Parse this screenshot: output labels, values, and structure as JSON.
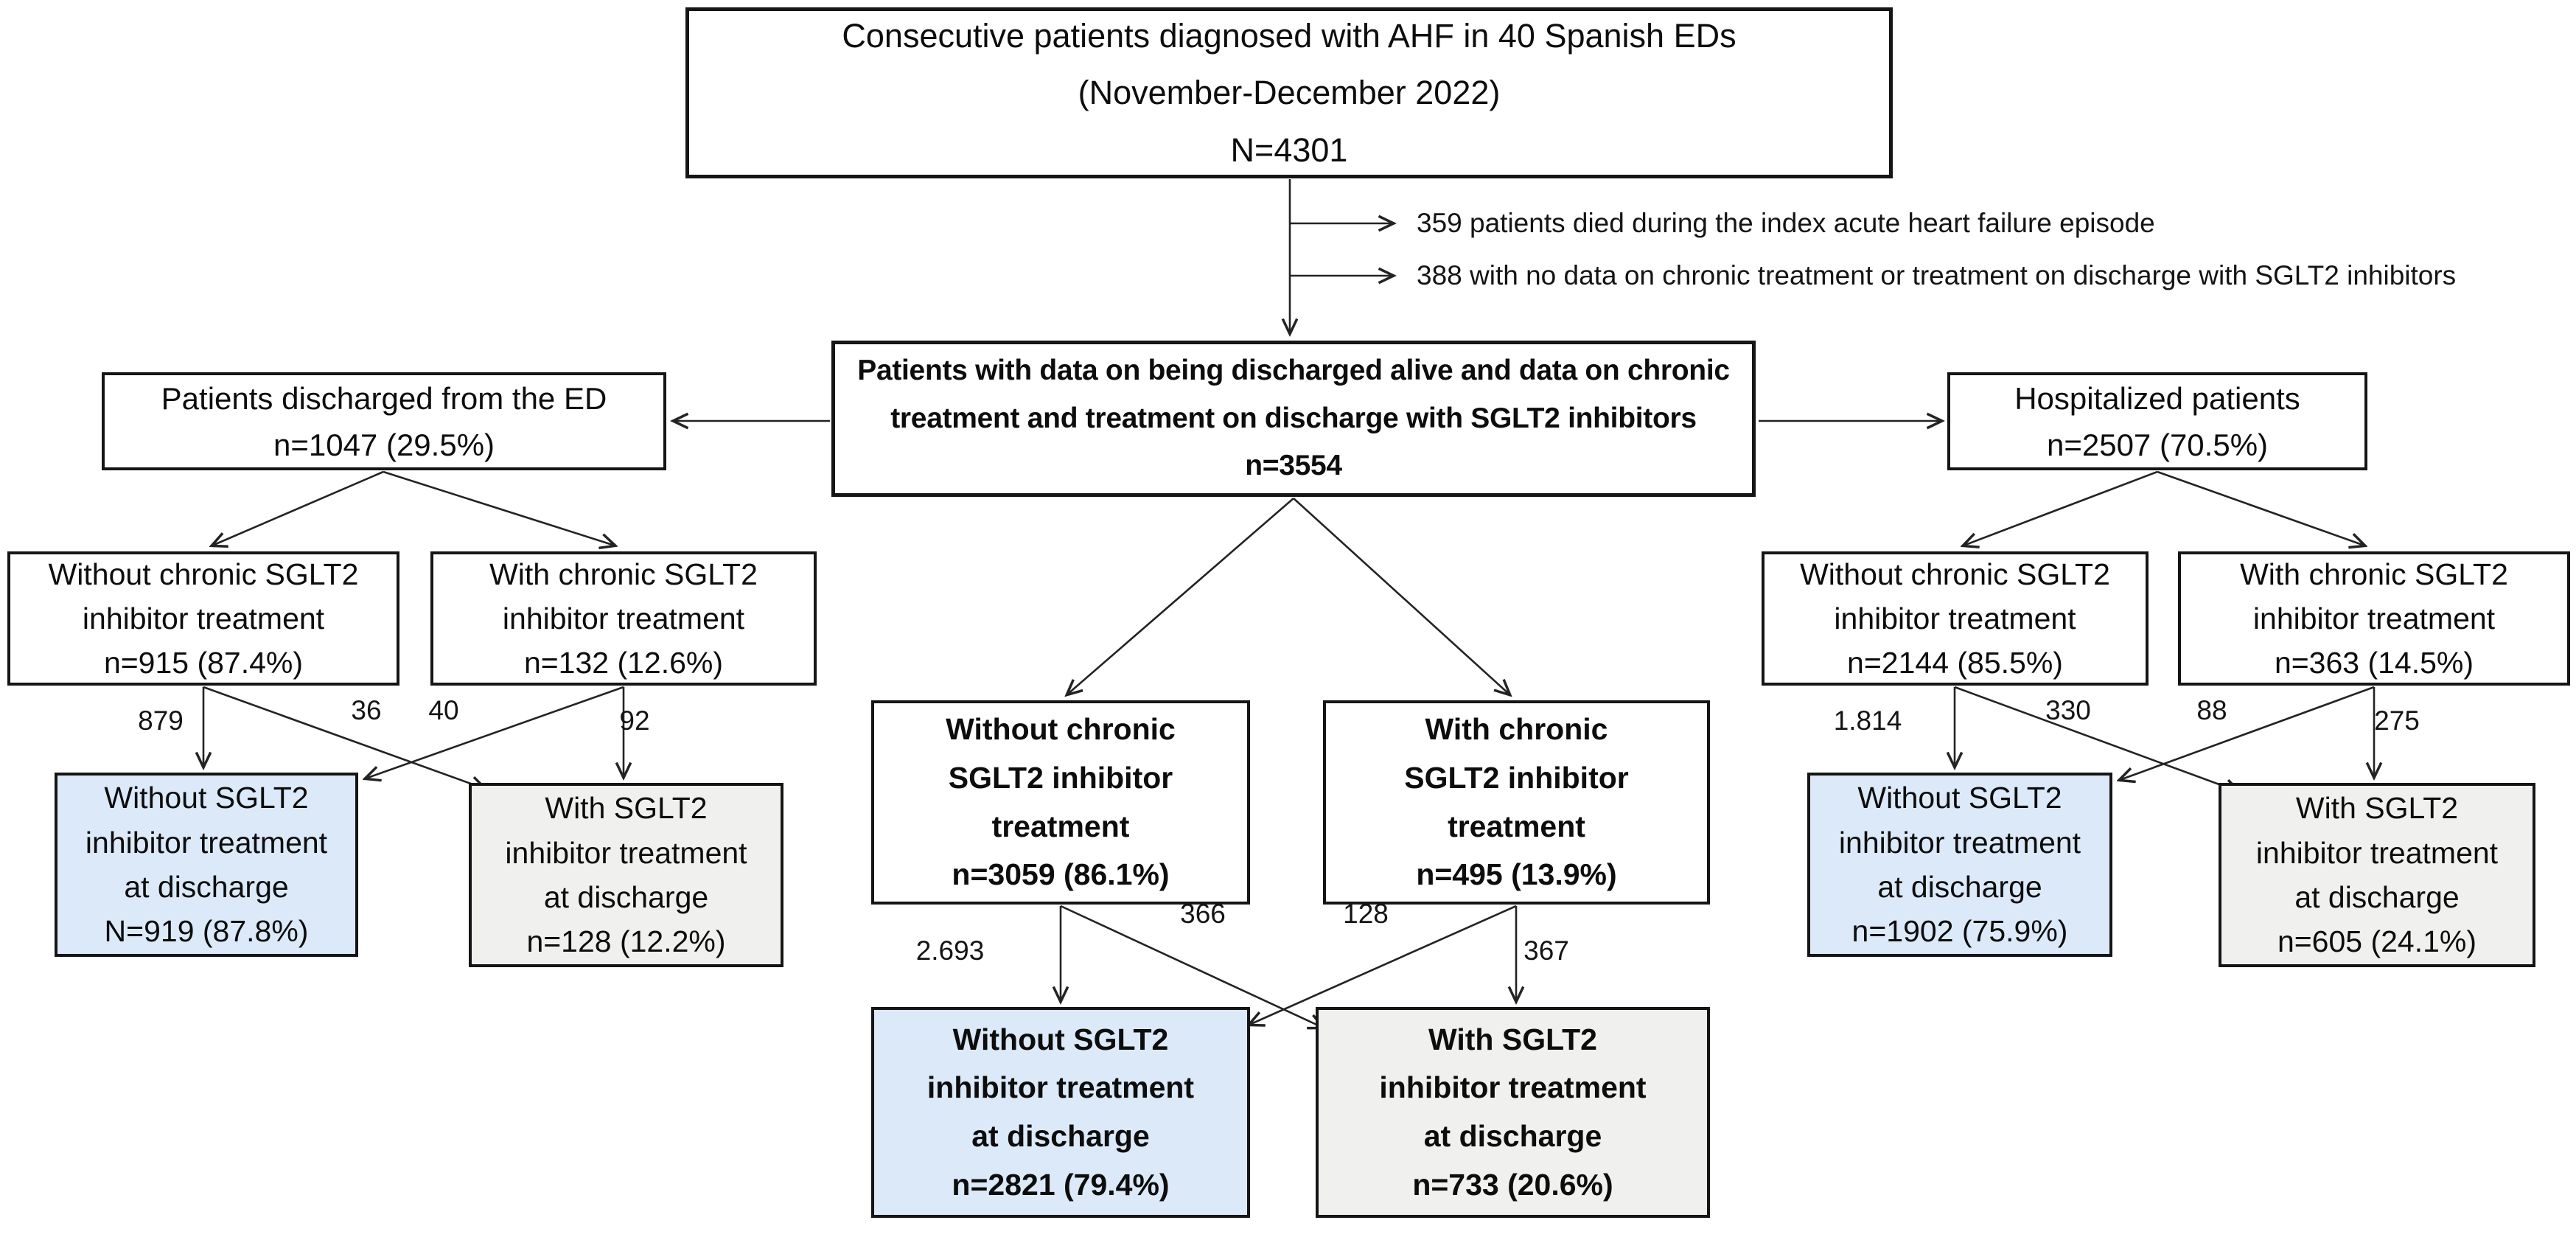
{
  "colors": {
    "without_discharge_fill_blue": "#dce9f9",
    "with_discharge_fill_gray": "#f0f0ee",
    "line_color": "#232323"
  },
  "top_box": {
    "lines": [
      "Consecutive patients diagnosed with AHF in 40 Spanish EDs",
      "(November-December 2022)",
      "N=4301"
    ]
  },
  "exclusions": {
    "died": "359 patients died during the index acute heart failure episode",
    "no_data": "388 with no data on chronic treatment or treatment on discharge with SGLT2 inhibitors"
  },
  "eligible_box": {
    "lines": [
      "Patients with data on being discharged alive and data on chronic",
      "treatment and treatment on discharge with SGLT2 inhibitors",
      "n=3554"
    ]
  },
  "ed_branch": {
    "header": {
      "lines": [
        "Patients discharged from the ED",
        "n=1047 (29.5%)"
      ]
    },
    "without_chronic": {
      "lines": [
        "Without chronic SGLT2",
        "inhibitor treatment",
        "n=915 (87.4%)"
      ]
    },
    "with_chronic": {
      "lines": [
        "With chronic SGLT2",
        "inhibitor treatment",
        "n=132 (12.6%)"
      ]
    },
    "counts": {
      "to_without": "879",
      "cross_to_with": "36",
      "cross_to_without": "40",
      "to_with": "92"
    },
    "without_discharge": {
      "lines": [
        "Without SGLT2",
        "inhibitor treatment",
        "at discharge",
        "N=919 (87.8%)"
      ]
    },
    "with_discharge": {
      "lines": [
        "With SGLT2",
        "inhibitor treatment",
        "at discharge",
        "n=128 (12.2%)"
      ]
    }
  },
  "overall_branch": {
    "without_chronic": {
      "lines": [
        "Without chronic",
        "SGLT2 inhibitor",
        "treatment",
        "n=3059 (86.1%)"
      ]
    },
    "with_chronic": {
      "lines": [
        "With chronic",
        "SGLT2 inhibitor",
        "treatment",
        "n=495 (13.9%)"
      ]
    },
    "counts": {
      "to_without": "2.693",
      "cross_to_with": "366",
      "cross_to_without": "128",
      "to_with": "367"
    },
    "without_discharge": {
      "lines": [
        "Without SGLT2",
        "inhibitor treatment",
        "at discharge",
        "n=2821 (79.4%)"
      ]
    },
    "with_discharge": {
      "lines": [
        "With SGLT2",
        "inhibitor treatment",
        "at discharge",
        "n=733 (20.6%)"
      ]
    }
  },
  "hospitalized_branch": {
    "header": {
      "lines": [
        "Hospitalized patients",
        "n=2507 (70.5%)"
      ]
    },
    "without_chronic": {
      "lines": [
        "Without chronic SGLT2",
        "inhibitor treatment",
        "n=2144 (85.5%)"
      ]
    },
    "with_chronic": {
      "lines": [
        "With chronic SGLT2",
        "inhibitor treatment",
        "n=363 (14.5%)"
      ]
    },
    "counts": {
      "to_without": "1.814",
      "cross_to_with": "330",
      "cross_to_without": "88",
      "to_with": "275"
    },
    "without_discharge": {
      "lines": [
        "Without SGLT2",
        "inhibitor treatment",
        "at discharge",
        "n=1902 (75.9%)"
      ]
    },
    "with_discharge": {
      "lines": [
        "With SGLT2",
        "inhibitor treatment",
        "at discharge",
        "n=605 (24.1%)"
      ]
    }
  }
}
